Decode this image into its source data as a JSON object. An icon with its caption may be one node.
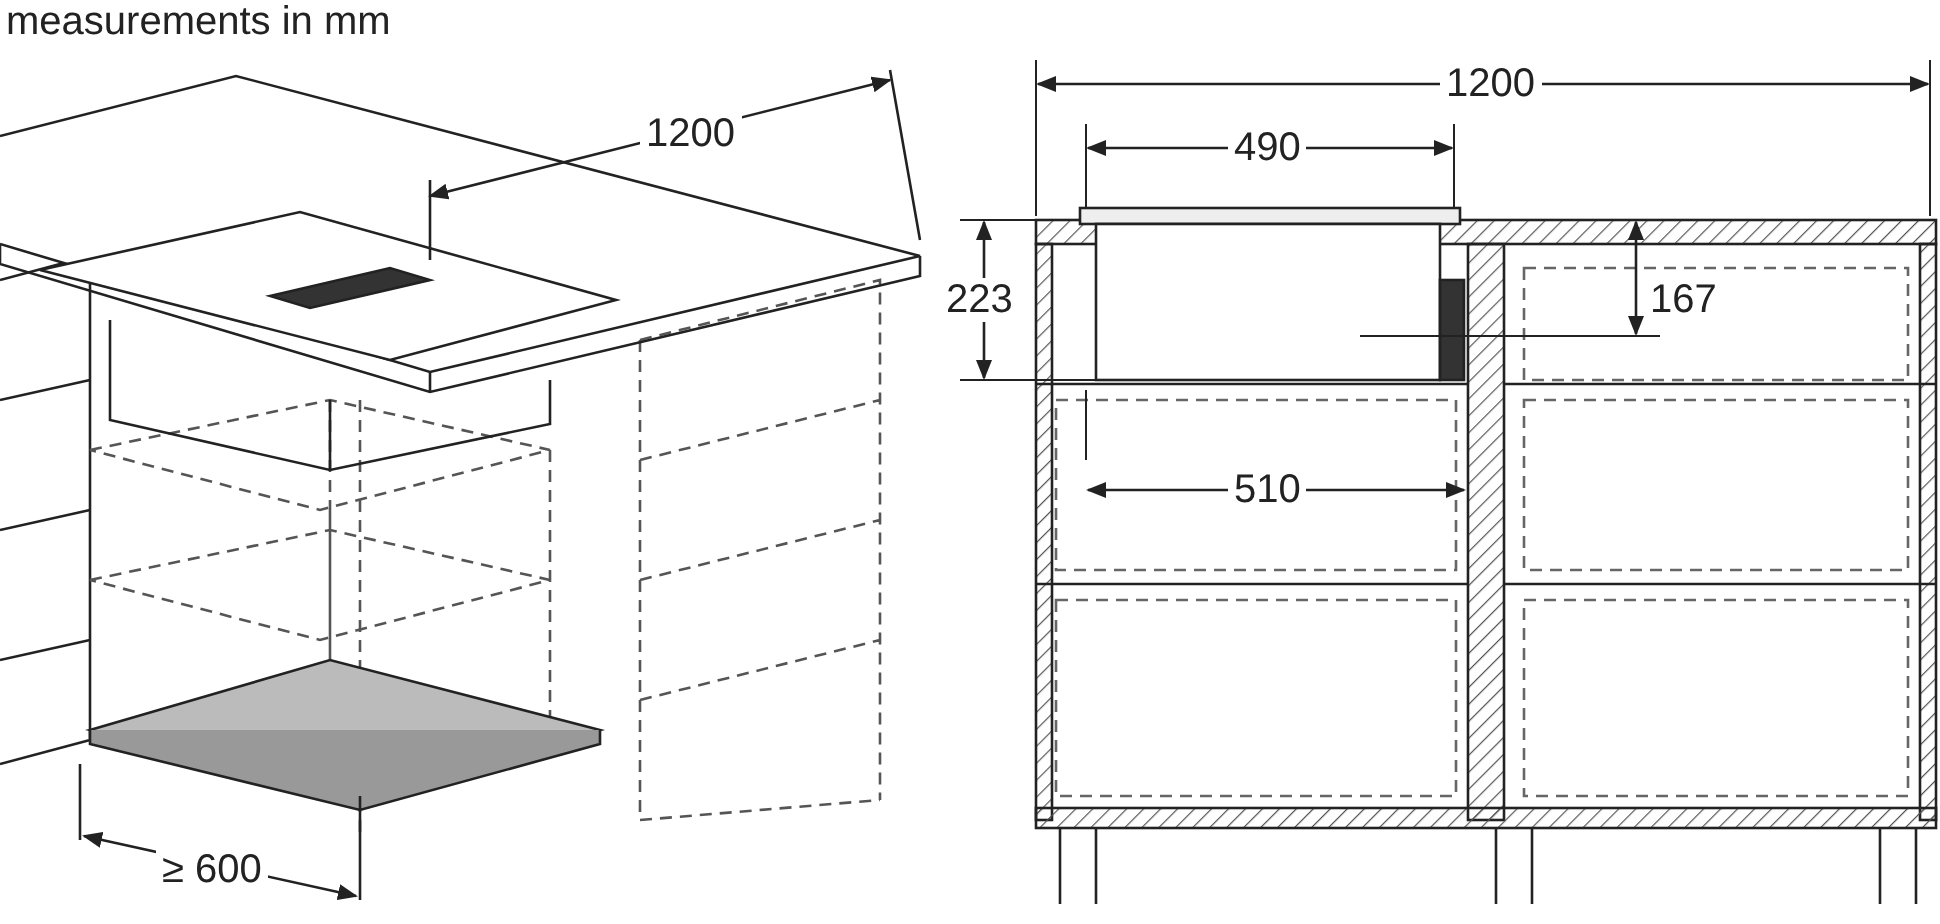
{
  "diagram": {
    "labels": [
      "measurements in mm",
      "1200",
      "≥ 600",
      "1200",
      "490",
      "223",
      "167",
      "510"
    ]
  }
}
